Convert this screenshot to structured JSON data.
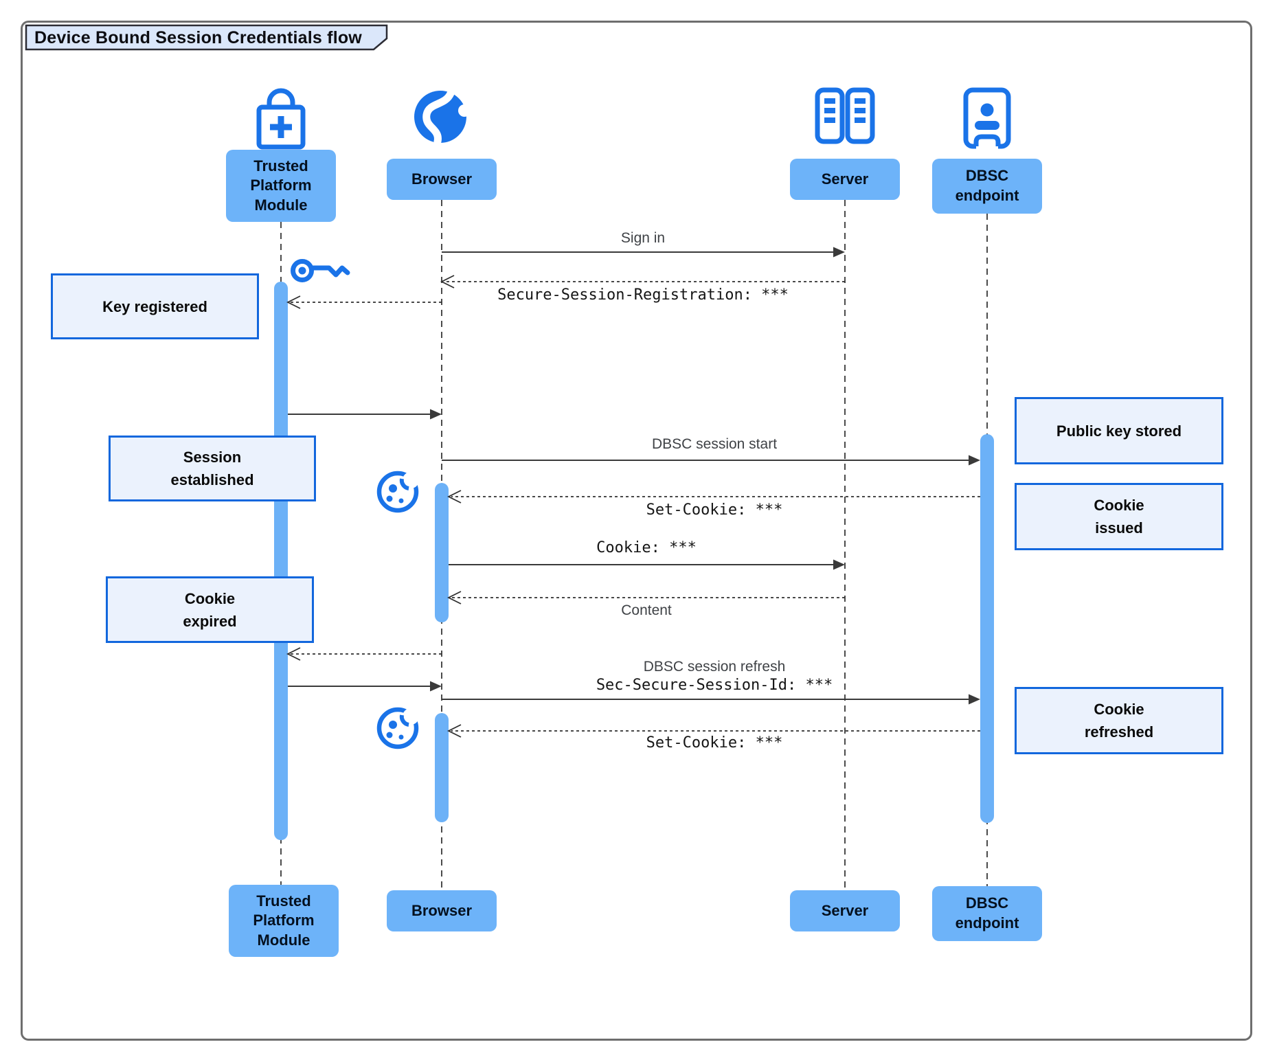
{
  "title": "Device Bound Session Credentials flow",
  "actors": {
    "tpm": {
      "label": "Trusted\nPlatform\nModule"
    },
    "browser": {
      "label": "Browser"
    },
    "server": {
      "label": "Server"
    },
    "dbsc": {
      "label": "DBSC\nendpoint"
    }
  },
  "messages": {
    "sign_in": "Sign in",
    "secure_session_registration": "Secure-Session-Registration: ***",
    "dbsc_session_start": "DBSC session start",
    "set_cookie_1": "Set-Cookie: ***",
    "cookie": "Cookie: ***",
    "content": "Content",
    "dbsc_session_refresh": "DBSC session refresh",
    "sec_secure_session_id": "Sec-Secure-Session-Id: ***",
    "set_cookie_2": "Set-Cookie: ***"
  },
  "notes": {
    "key_registered": "Key registered",
    "session_established": "Session\nestablished",
    "cookie_expired": "Cookie\nexpired",
    "public_key_stored": "Public key stored",
    "cookie_issued": "Cookie\nissued",
    "cookie_refreshed": "Cookie\nrefreshed"
  },
  "icons": {
    "tpm": "lock-plus-icon",
    "browser": "globe-icon",
    "server": "server-rack-icon",
    "dbsc": "kiosk-person-icon",
    "key": "key-icon",
    "cookie": "cookie-icon"
  },
  "colors": {
    "icon_blue": "#1a73e8",
    "actor_fill": "#6db3f9",
    "activation_fill": "#6cb1f7",
    "note_fill": "#ebf2fd",
    "note_border": "#1267dd",
    "title_tab_fill": "#dbe7fa",
    "arrow": "#3a3a3a",
    "frame_border": "#6e6e6e"
  }
}
